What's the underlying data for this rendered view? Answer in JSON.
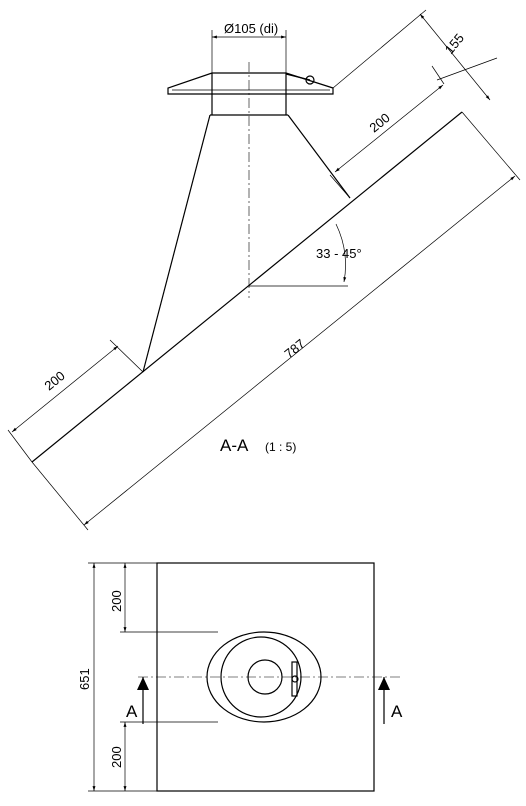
{
  "section_view": {
    "dim_diameter": "Ø105 (di)",
    "dim_top": "155",
    "dim_upper": "200",
    "dim_lower": "200",
    "dim_length": "787",
    "angle": "33 - 45°",
    "title": "A-A",
    "scale": "(1 : 5)"
  },
  "plan_view": {
    "dim_total": "651",
    "dim_top": "200",
    "dim_bottom": "200",
    "section_left": "A",
    "section_right": "A"
  }
}
